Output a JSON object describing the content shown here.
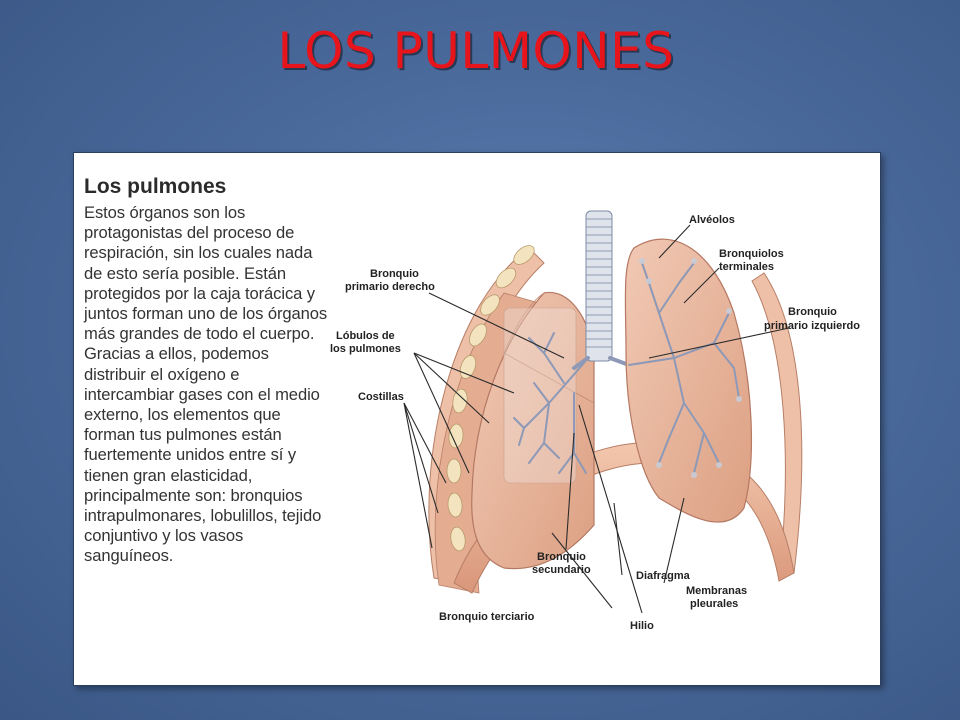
{
  "slide": {
    "title": "LOS PULMONES"
  },
  "panel": {
    "heading": "Los pulmones",
    "body": "Estos órganos son los protagonistas del proceso de respiración, sin los cuales nada de esto sería posible. Están protegidos por la caja torácica y juntos forman uno de los órganos más grandes de todo el cuerpo. Gracias a ellos, podemos distribuir el oxígeno e intercambiar gases con el medio externo, los elementos que forman tus pulmones están fuertemente unidos entre sí y tienen gran elasticidad, principalmente son: bronquios intrapulmonares, lobulillos, tejido conjuntivo y los vasos sanguíneos."
  },
  "diagram": {
    "labels": {
      "alveolos": "Alvéolos",
      "bronquiolos_1": "Bronquiolos",
      "bronquiolos_2": "terminales",
      "bronquio_izq_1": "Bronquio",
      "bronquio_izq_2": "primario izquierdo",
      "bronquio_der_1": "Bronquio",
      "bronquio_der_2": "primario derecho",
      "lobulos_1": "Lóbulos de",
      "lobulos_2": "los pulmones",
      "costillas": "Costillas",
      "bronquio_sec_1": "Bronquio",
      "bronquio_sec_2": "secundario",
      "diafragma": "Diafragma",
      "membranas_1": "Membranas",
      "membranas_2": "pleurales",
      "bronquio_terciario": "Bronquio terciario",
      "hilio": "Hilio"
    }
  }
}
